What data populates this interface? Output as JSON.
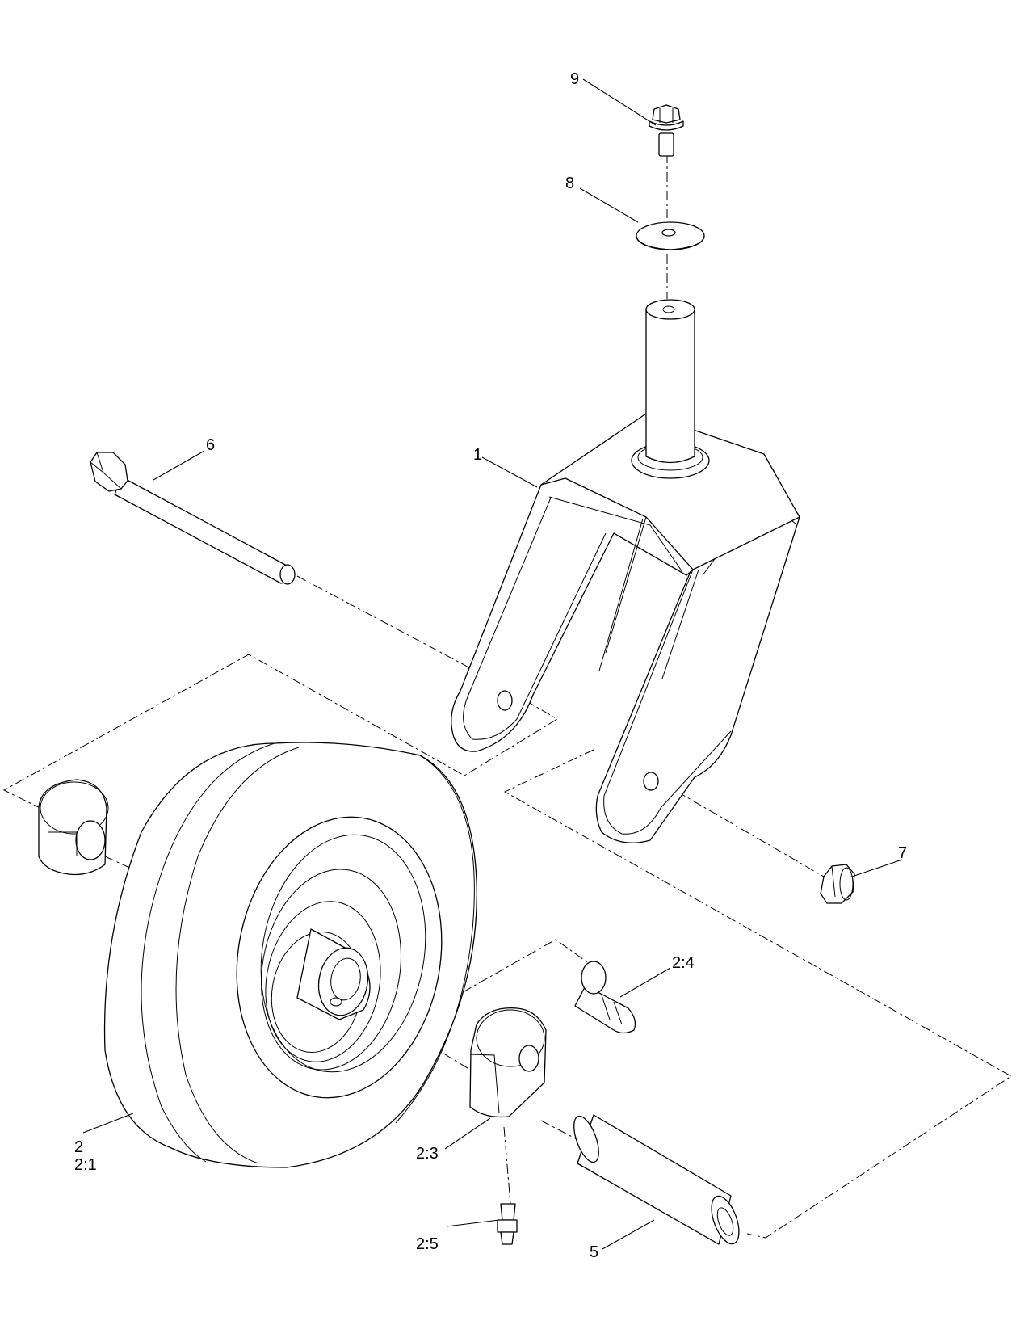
{
  "diagram": {
    "callouts": [
      {
        "id": "9",
        "label": "9"
      },
      {
        "id": "8",
        "label": "8"
      },
      {
        "id": "6",
        "label": "6"
      },
      {
        "id": "1",
        "label": "1"
      },
      {
        "id": "7",
        "label": "7"
      },
      {
        "id": "2-4",
        "label": "2:4"
      },
      {
        "id": "2",
        "label": "2"
      },
      {
        "id": "2-1",
        "label": "2:1"
      },
      {
        "id": "2-3",
        "label": "2:3"
      },
      {
        "id": "5",
        "label": "5"
      },
      {
        "id": "2-5",
        "label": "2:5"
      }
    ]
  }
}
